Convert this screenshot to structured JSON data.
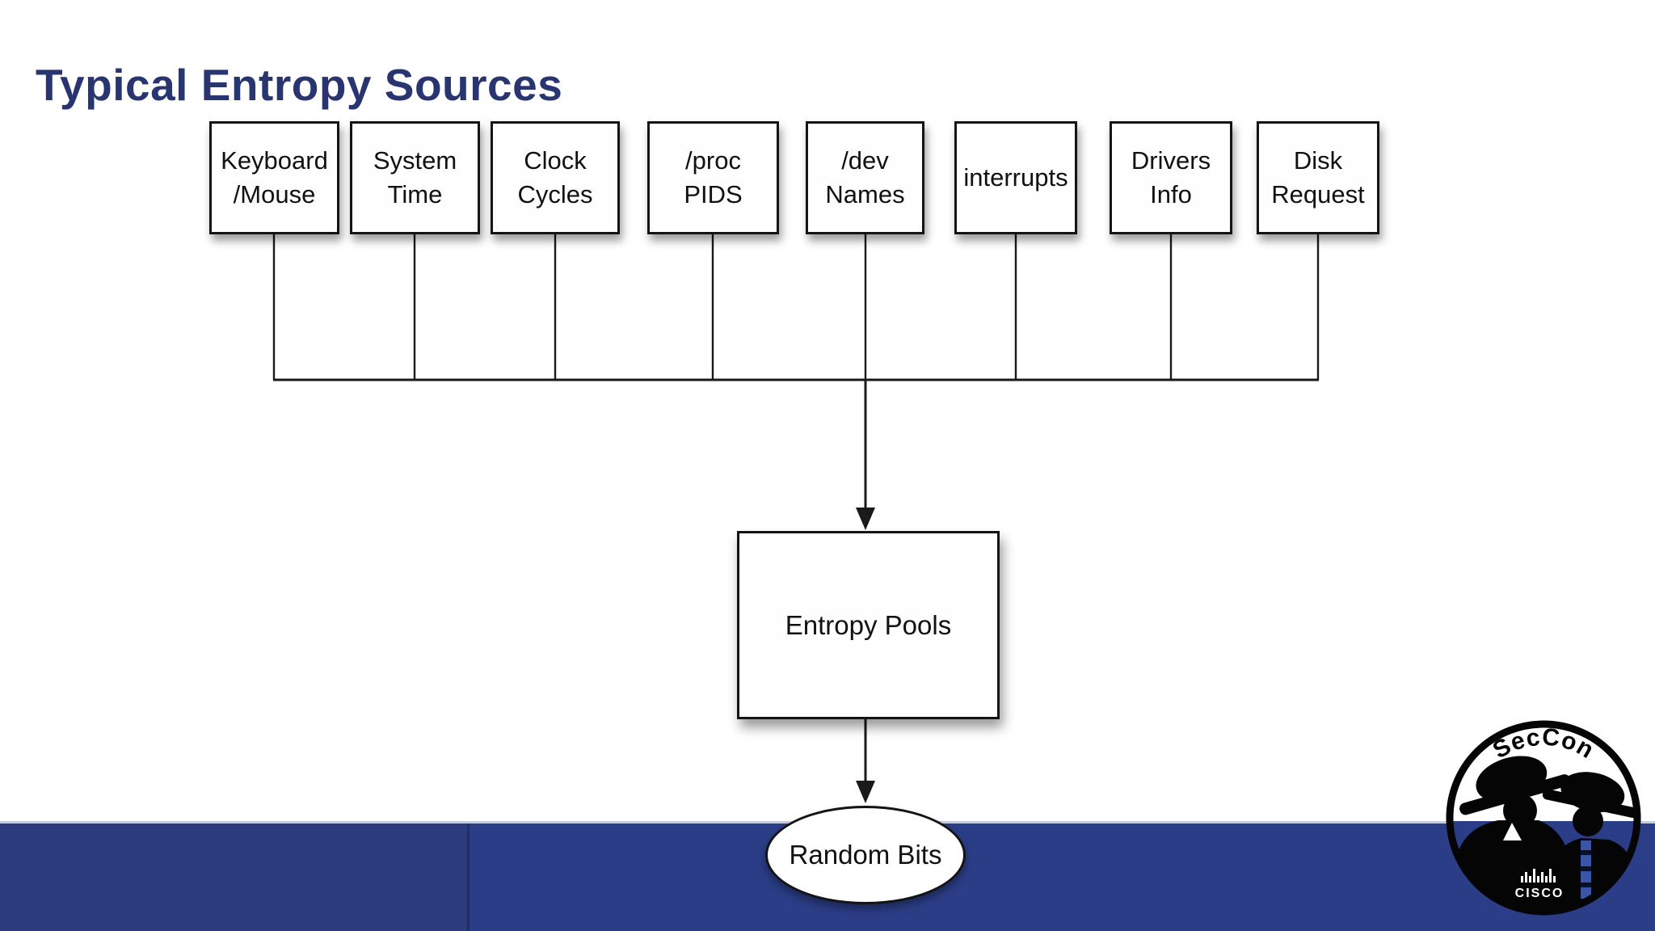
{
  "title": "Typical Entropy Sources",
  "diagram": {
    "sources": [
      {
        "line1": "Keyboard",
        "line2": "/Mouse"
      },
      {
        "line1": "System",
        "line2": "Time"
      },
      {
        "line1": "Clock",
        "line2": "Cycles"
      },
      {
        "line1": "/proc",
        "line2": "PIDS"
      },
      {
        "line1": "/dev",
        "line2": "Names"
      },
      {
        "line1": "interrupts",
        "line2": ""
      },
      {
        "line1": "Drivers",
        "line2": "Info"
      },
      {
        "line1": "Disk",
        "line2": "Request"
      }
    ],
    "pool_label": "Entropy Pools",
    "output_label": "Random Bits"
  },
  "logo": {
    "event": "SecCon",
    "brand": "CISCO"
  },
  "colors": {
    "title_text": "#293571",
    "footer_bar": "#2b3d86",
    "footer_bar_left": "#2c3a7e",
    "diagram_lines": "#141414",
    "box_fill": "#fefefe",
    "logo_tie_blue": "#3a54a6"
  }
}
